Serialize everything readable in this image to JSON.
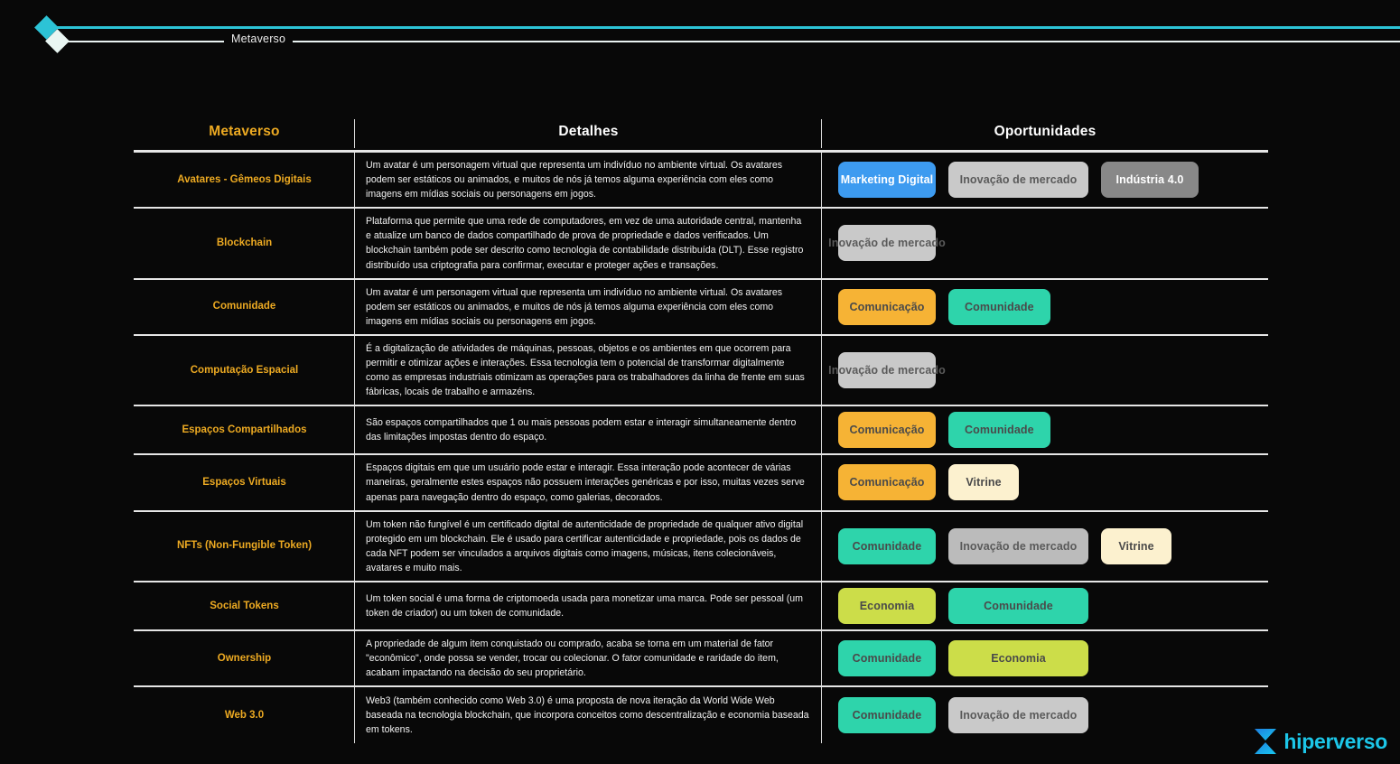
{
  "header": {
    "label": "Metaverso",
    "line_cyan_color": "#2cc3d6",
    "line_white_color": "#e9f2f1"
  },
  "table": {
    "columns": [
      {
        "key": "termo",
        "label": "Metaverso",
        "color": "#edaa22"
      },
      {
        "key": "detalhes",
        "label": "Detalhes",
        "color": "#ffffff"
      },
      {
        "key": "oportunidades",
        "label": "Oportunidades",
        "color": "#ffffff"
      }
    ],
    "rows": [
      {
        "term": "Avatares - Gêmeos Digitais",
        "detail": "Um avatar é um personagem virtual que representa um indivíduo no ambiente virtual. Os avatares podem ser estáticos ou animados, e muitos de nós já temos alguma experiência com eles como imagens em mídias sociais ou personagens em jogos.",
        "tags": [
          {
            "label": "Marketing Digital",
            "bg": "#3d9bf0",
            "fg": "#ffffff",
            "size": "w-med"
          },
          {
            "label": "Inovação de mercado",
            "bg": "#c9c9c9",
            "fg": "#5a5a5a",
            "size": "w-wide"
          },
          {
            "label": "Indústria 4.0",
            "bg": "#888888",
            "fg": "#ffffff",
            "size": "w-med"
          }
        ]
      },
      {
        "term": "Blockchain",
        "detail": "Plataforma que permite que uma rede de computadores, em vez de uma autoridade central, mantenha e atualize um banco de dados compartilhado de prova de propriedade e dados verificados. Um blockchain também pode ser descrito como tecnologia de contabilidade distribuída (DLT). Esse registro distribuído usa criptografia para confirmar, executar e proteger ações e transações.",
        "tags": [
          {
            "label": "Inovação de mercado",
            "bg": "#c9c9c9",
            "fg": "#5a5a5a",
            "size": "w-med"
          }
        ]
      },
      {
        "term": "Comunidade",
        "detail": "Um avatar é um personagem virtual que representa um indivíduo no ambiente virtual. Os avatares podem ser estáticos ou animados, e muitos de nós já temos alguma experiência com eles como imagens em mídias sociais ou personagens em jogos.",
        "tags": [
          {
            "label": "Comunicação",
            "bg": "#f6b335",
            "fg": "#4a4a4a",
            "size": "w-med"
          },
          {
            "label": "Comunidade",
            "bg": "#2ed4ab",
            "fg": "#4a4a4a",
            "size": ""
          }
        ]
      },
      {
        "term": "Computação Espacial",
        "detail": "É a digitalização de atividades de máquinas, pessoas, objetos e os ambientes em que ocorrem para permitir e otimizar ações e interações. Essa tecnologia tem o potencial de transformar digitalmente como as empresas industriais otimizam as operações para os trabalhadores da linha de frente em suas fábricas, locais de trabalho e armazéns.",
        "tags": [
          {
            "label": "Inovação de mercado",
            "bg": "#c9c9c9",
            "fg": "#5a5a5a",
            "size": "w-med"
          }
        ]
      },
      {
        "term": "Espaços Compartilhados",
        "detail": "São espaços compartilhados que 1 ou mais pessoas podem estar e interagir simultaneamente dentro das limitações impostas dentro do espaço.",
        "tags": [
          {
            "label": "Comunicação",
            "bg": "#f6b335",
            "fg": "#4a4a4a",
            "size": "w-med"
          },
          {
            "label": "Comunidade",
            "bg": "#2ed4ab",
            "fg": "#4a4a4a",
            "size": ""
          }
        ]
      },
      {
        "term": "Espaços Virtuais",
        "detail": "Espaços digitais em que um usuário pode estar e interagir. Essa interação pode acontecer de várias maneiras, geralmente estes espaços não possuem interações genéricas e por isso, muitas vezes serve apenas para navegação dentro do espaço, como galerias, decorados.",
        "tags": [
          {
            "label": "Comunicação",
            "bg": "#f6b335",
            "fg": "#4a4a4a",
            "size": "w-med"
          },
          {
            "label": "Vitrine",
            "bg": "#fcf1cf",
            "fg": "#4a4a4a",
            "size": ""
          }
        ]
      },
      {
        "term": "NFTs (Non-Fungible Token)",
        "detail": "Um token não fungível é um certificado digital de autenticidade de propriedade de qualquer ativo digital protegido em um blockchain. Ele é usado para certificar autenticidade e propriedade, pois os dados de cada NFT podem ser vinculados a arquivos digitais como imagens, músicas, itens colecionáveis, avatares e muito mais.",
        "tags": [
          {
            "label": "Comunidade",
            "bg": "#2ed4ab",
            "fg": "#4a4a4a",
            "size": "w-med"
          },
          {
            "label": "Inovação de mercado",
            "bg": "#bbbbbb",
            "fg": "#5a5a5a",
            "size": "w-wide"
          },
          {
            "label": "Vitrine",
            "bg": "#fcf1cf",
            "fg": "#4a4a4a",
            "size": ""
          }
        ]
      },
      {
        "term": "Social Tokens",
        "detail": "Um token social é uma forma de criptomoeda usada para monetizar uma marca. Pode ser pessoal (um token de criador) ou um token de comunidade.",
        "tags": [
          {
            "label": "Economia",
            "bg": "#ccdd49",
            "fg": "#4a4a4a",
            "size": "w-med"
          },
          {
            "label": "Comunidade",
            "bg": "#2ed4ab",
            "fg": "#4a4a4a",
            "size": "w-wide"
          }
        ]
      },
      {
        "term": "Ownership",
        "detail": "A  propriedade de algum item conquistado ou comprado, acaba se torna em um material de fator \"econômico\", onde possa se vender, trocar ou colecionar. O fator comunidade e raridade do item, acabam impactando na decisão do seu proprietário.",
        "tags": [
          {
            "label": "Comunidade",
            "bg": "#2ed4ab",
            "fg": "#4a4a4a",
            "size": "w-med"
          },
          {
            "label": "Economia",
            "bg": "#ccdd49",
            "fg": "#4a4a4a",
            "size": "w-wide"
          }
        ]
      },
      {
        "term": "Web 3.0",
        "detail": "Web3 (também conhecido como Web 3.0) é uma proposta de nova iteração da World Wide Web baseada na tecnologia blockchain, que incorpora conceitos como descentralização e economia baseada em tokens.",
        "tags": [
          {
            "label": "Comunidade",
            "bg": "#2ed4ab",
            "fg": "#4a4a4a",
            "size": "w-med"
          },
          {
            "label": "Inovação de mercado",
            "bg": "#c9c9c9",
            "fg": "#5a5a5a",
            "size": "w-wide"
          }
        ]
      }
    ]
  },
  "logo": {
    "text": "hiperverso",
    "color": "#1cc6e8",
    "mark": "hourglass-mark"
  }
}
